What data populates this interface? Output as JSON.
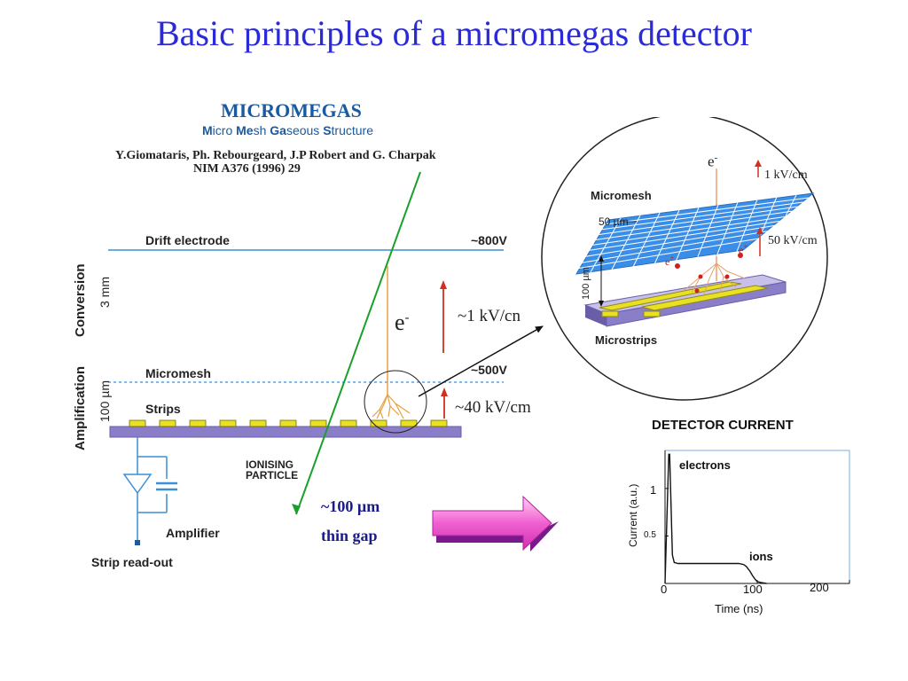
{
  "slide": {
    "title": "Basic principles of a micromegas detector"
  },
  "diagram": {
    "header": "MICROMEGAS",
    "subheader": {
      "p1": "M",
      "p2": "icro ",
      "p3": "Me",
      "p4": "sh ",
      "p5": "Ga",
      "p6": "seous ",
      "p7": "S",
      "p8": "tructure"
    },
    "authors": "Y.Giomataris, Ph. Rebourgeard, J.P Robert and G. Charpak",
    "reference": "NIM A376 (1996) 29",
    "drift_electrode": "Drift electrode",
    "drift_voltage": "~800V",
    "conversion": "Conversion",
    "conversion_size": "3 mm",
    "amplification": "Amplification",
    "amplification_size": "100 µm",
    "micromesh": "Micromesh",
    "micromesh_voltage": "~500V",
    "strips": "Strips",
    "electron": "e",
    "electron_sup": "-",
    "field_drift": "~1 kV/cn",
    "field_amp": "~40 kV/cm",
    "ionising_1": "IONISING",
    "ionising_2": "PARTICLE",
    "amplifier": "Amplifier",
    "strip_readout": "Strip read-out",
    "gap_line1": "~100 µm",
    "gap_line2": "thin gap"
  },
  "zoom": {
    "electron": "e",
    "electron_sup": "-",
    "field_top": "1 kV/cm",
    "micromesh": "Micromesh",
    "pitch": "50 µm",
    "field_gap": "50 kV/cm",
    "gap": "100 µm",
    "microstrips": "Microstrips",
    "ion": "e",
    "ion_sup": "+"
  },
  "current_chart": {
    "title": "DETECTOR  CURRENT",
    "ylabel": "Current (a.u.)",
    "xlabel": "Time (ns)",
    "y_ticks": [
      "1",
      "0.5"
    ],
    "x_ticks": [
      "0",
      "100",
      "200"
    ],
    "label_electrons": "electrons",
    "label_ions": "ions"
  },
  "chart_data": {
    "type": "line",
    "title": "DETECTOR  CURRENT",
    "xlabel": "Time (ns)",
    "ylabel": "Current (a.u.)",
    "xlim": [
      0,
      200
    ],
    "ylim": [
      0,
      1.4
    ],
    "series": [
      {
        "x": [
          0,
          4,
          5,
          8,
          10,
          14,
          20,
          40,
          60,
          80,
          85,
          88,
          92,
          95,
          98,
          100,
          104,
          110
        ],
        "y": [
          0,
          1.36,
          1.36,
          0.3,
          0.22,
          0.21,
          0.21,
          0.21,
          0.21,
          0.21,
          0.2,
          0.18,
          0.13,
          0.08,
          0.04,
          0.02,
          0.01,
          0
        ]
      }
    ],
    "annotations": [
      "electrons",
      "ions"
    ]
  },
  "colors": {
    "title": "#2a2ad8",
    "green_track": "#1aa02a",
    "drift_line": "#3a8fd8",
    "arrow_red": "#d03020",
    "strip_yellow": "#e8e020",
    "board_purple": "#8a7ec8",
    "mesh_blue": "#3a8ee8",
    "chart_border": "#7ab0e0"
  }
}
